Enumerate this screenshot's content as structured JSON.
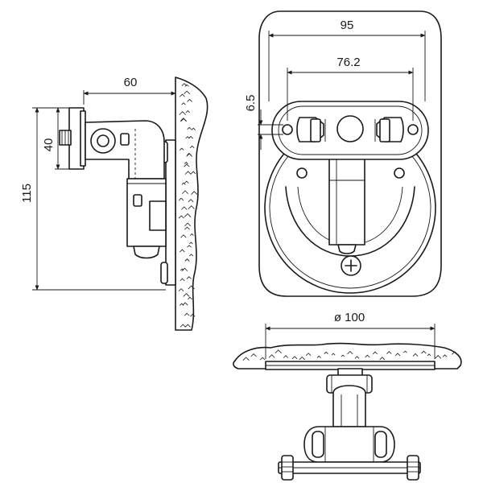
{
  "dimensions": {
    "side_width": "60",
    "side_flange_height": "40",
    "side_total_height": "115",
    "front_outer_width": "95",
    "front_slot_pitch": "76.2",
    "front_slot_width": "6.5",
    "bottom_flange_diameter": "ø 100"
  }
}
